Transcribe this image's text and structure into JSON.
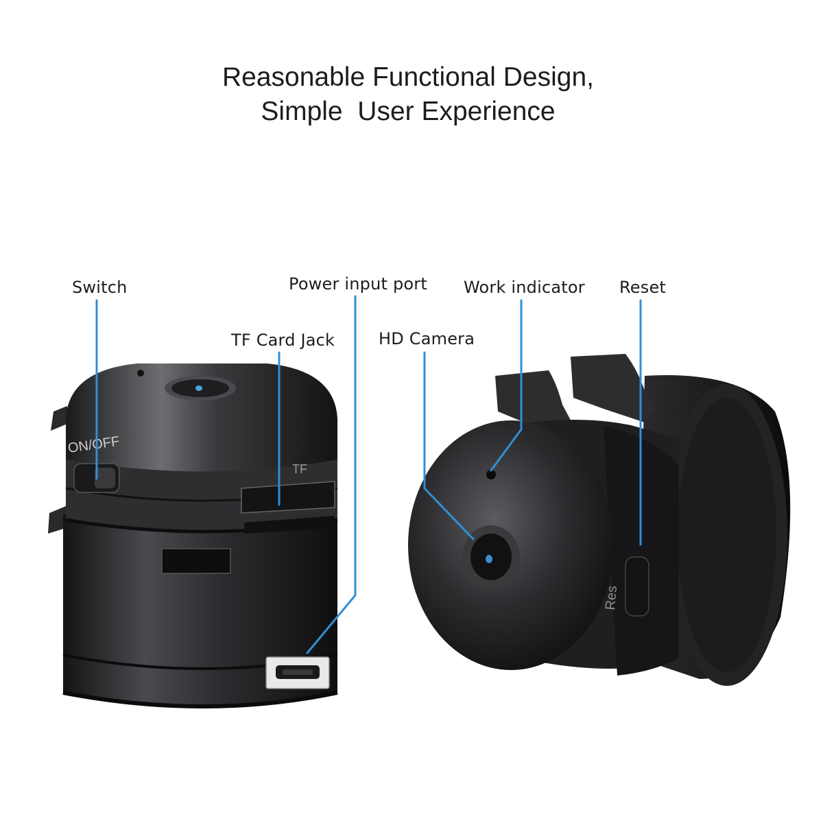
{
  "headline": {
    "line1": "Reasonable Functional Design,",
    "line2": "Simple  User Experience"
  },
  "callouts": {
    "switch": "Switch",
    "tf_card_jack": "TF Card Jack",
    "power_input_port": "Power input port",
    "hd_camera": "HD Camera",
    "work_indicator": "Work indicator",
    "reset": "Reset"
  },
  "device_markings": {
    "on_off": "ON/OFF",
    "tf": "TF",
    "reset_short": "Res"
  },
  "colors": {
    "leader_line": "#2f8fd6",
    "device_body": "#2b2b2e",
    "background": "#ffffff",
    "text": "#1d1d1d"
  }
}
